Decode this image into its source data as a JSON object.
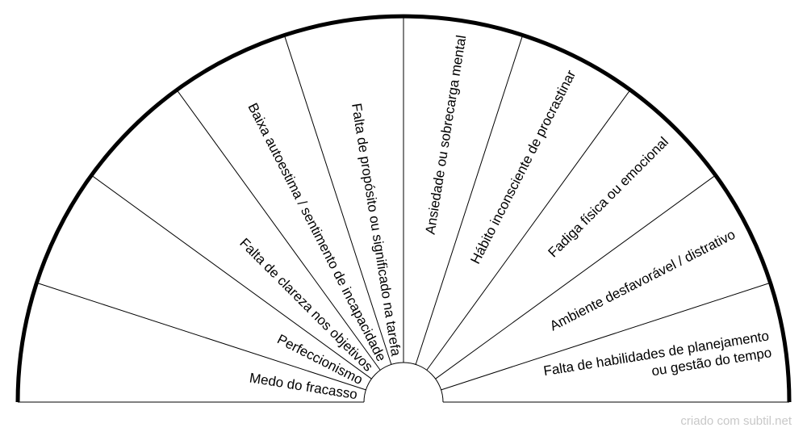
{
  "diagram": {
    "type": "semicircle-pendulum-chart",
    "colors": {
      "line": "#000000",
      "background": "#ffffff",
      "credit": "#c8c8c8"
    },
    "segments": [
      {
        "lines": [
          "Medo do fracasso"
        ]
      },
      {
        "lines": [
          "Perfeccionismo"
        ]
      },
      {
        "lines": [
          "Falta de clareza nos objetivos"
        ]
      },
      {
        "lines": [
          "Baixa autoestima / sentimento de incapacidade"
        ]
      },
      {
        "lines": [
          "Falta de propósito ou significado na tarefa"
        ]
      },
      {
        "lines": [
          "Ansiedade ou sobrecarga mental"
        ]
      },
      {
        "lines": [
          "Hábito inconsciente de procrastinar"
        ]
      },
      {
        "lines": [
          "Fadiga física ou emocional"
        ]
      },
      {
        "lines": [
          "Ambiente desfavorável / distrativo"
        ]
      },
      {
        "lines": [
          "Falta de habilidades de planejamento",
          "ou gestão do tempo"
        ]
      }
    ]
  },
  "footer": {
    "credit": "criado com subtil.net"
  }
}
